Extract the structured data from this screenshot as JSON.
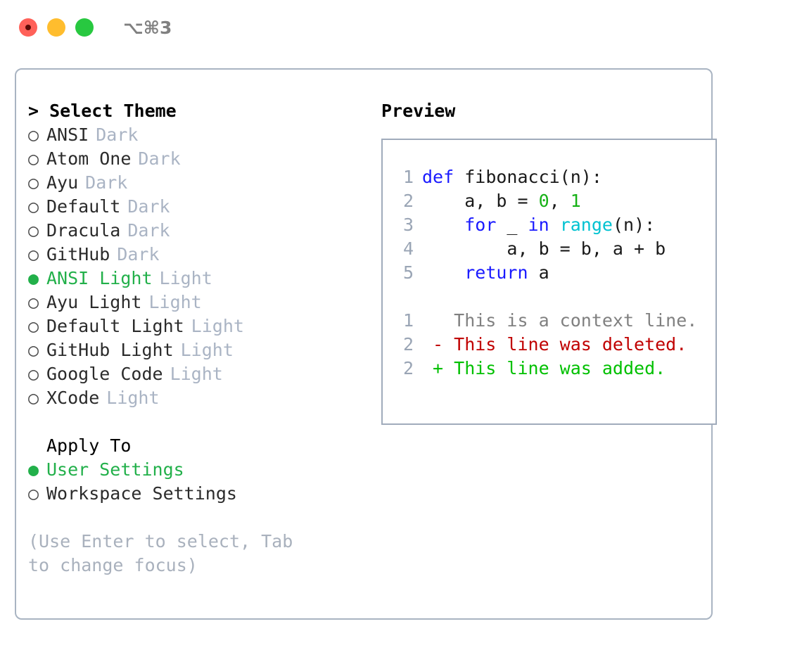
{
  "window": {
    "shortcut": "⌥⌘3",
    "traffic_lights": [
      {
        "name": "close",
        "color": "#ff6159"
      },
      {
        "name": "minimize",
        "color": "#ffbd2e"
      },
      {
        "name": "maximize",
        "color": "#28c840"
      }
    ]
  },
  "theme_picker": {
    "header": "> Select Theme",
    "bullet_selected": "●",
    "bullet_unselected": "○",
    "selected_color": "#22b04a",
    "suffix_color": "#aab4c4",
    "items": [
      {
        "label": "ANSI",
        "suffix": "Dark",
        "selected": false
      },
      {
        "label": "Atom One",
        "suffix": "Dark",
        "selected": false
      },
      {
        "label": "Ayu",
        "suffix": "Dark",
        "selected": false
      },
      {
        "label": "Default",
        "suffix": "Dark",
        "selected": false
      },
      {
        "label": "Dracula",
        "suffix": "Dark",
        "selected": false
      },
      {
        "label": "GitHub",
        "suffix": "Dark",
        "selected": false
      },
      {
        "label": "ANSI Light",
        "suffix": "Light",
        "selected": true
      },
      {
        "label": "Ayu Light",
        "suffix": "Light",
        "selected": false
      },
      {
        "label": "Default Light",
        "suffix": "Light",
        "selected": false
      },
      {
        "label": "GitHub Light",
        "suffix": "Light",
        "selected": false
      },
      {
        "label": "Google Code",
        "suffix": "Light",
        "selected": false
      },
      {
        "label": "XCode",
        "suffix": "Light",
        "selected": false
      }
    ]
  },
  "apply_to": {
    "header": "Apply To",
    "items": [
      {
        "label": "User Settings",
        "selected": true
      },
      {
        "label": "Workspace Settings",
        "selected": false
      }
    ]
  },
  "hint": "(Use Enter to select, Tab to change focus)",
  "preview": {
    "title": "Preview",
    "code_lines": [
      {
        "number": "1",
        "tokens": [
          {
            "text": "def ",
            "kind": "kw"
          },
          {
            "text": "fibonacci(n):",
            "kind": "plain"
          }
        ]
      },
      {
        "number": "2",
        "tokens": [
          {
            "text": "    a, b = ",
            "kind": "plain"
          },
          {
            "text": "0",
            "kind": "num"
          },
          {
            "text": ", ",
            "kind": "plain"
          },
          {
            "text": "1",
            "kind": "num"
          }
        ]
      },
      {
        "number": "3",
        "tokens": [
          {
            "text": "    ",
            "kind": "plain"
          },
          {
            "text": "for",
            "kind": "kw"
          },
          {
            "text": " _ ",
            "kind": "plain"
          },
          {
            "text": "in",
            "kind": "kw"
          },
          {
            "text": " ",
            "kind": "plain"
          },
          {
            "text": "range",
            "kind": "fn"
          },
          {
            "text": "(n):",
            "kind": "plain"
          }
        ]
      },
      {
        "number": "4",
        "tokens": [
          {
            "text": "        a, b = b, a + b",
            "kind": "plain"
          }
        ]
      },
      {
        "number": "5",
        "tokens": [
          {
            "text": "    ",
            "kind": "plain"
          },
          {
            "text": "return",
            "kind": "kw"
          },
          {
            "text": " a",
            "kind": "plain"
          }
        ]
      }
    ],
    "diff_lines": [
      {
        "number": "1",
        "marker": " ",
        "text": "This is a context line.",
        "kind": "ctx"
      },
      {
        "number": "2",
        "marker": "-",
        "text": "This line was deleted.",
        "kind": "del"
      },
      {
        "number": "2",
        "marker": "+",
        "text": "This line was added.",
        "kind": "add"
      }
    ],
    "syntax_colors": {
      "keyword": "#1a1aff",
      "function": "#00c2d1",
      "number": "#16b116",
      "plain": "#1a1a1a",
      "line_number": "#9aa5b5",
      "diff_context": "#808080",
      "diff_deleted": "#c00000",
      "diff_added": "#00c000"
    }
  }
}
